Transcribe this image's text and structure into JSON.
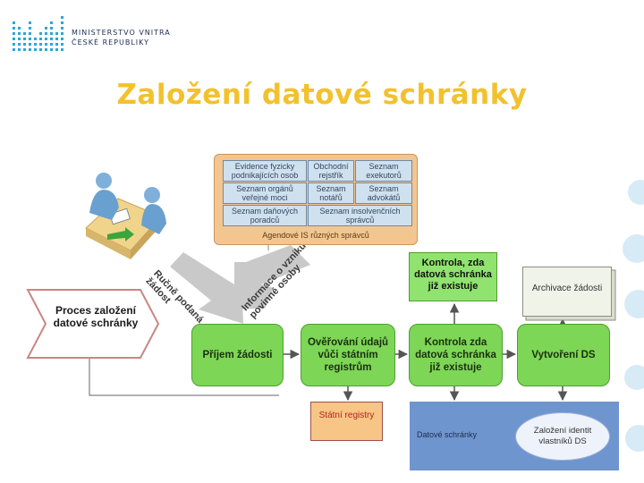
{
  "logo": {
    "line1": "MINISTERSTVO VNITRA",
    "line2": "ČESKÉ REPUBLIKY"
  },
  "title": "Založení datové schránky",
  "agenda": {
    "cells": {
      "c1": "Evidence fyzicky podnikajících osob",
      "c2": "Obchodní rejstřík",
      "c3": "Seznam exekutorů",
      "c4": "Seznam orgánů veřejné moci",
      "c5": "Seznam notářů",
      "c6": "Seznam advokátů",
      "c7": "Seznam daňových poradců",
      "c8": "Seznam insolvenčních správců"
    },
    "label": "Agendové IS různých správců"
  },
  "arrows": {
    "manual": "Ručně podaná žádost",
    "info": "Informace o vzniku povinné osoby"
  },
  "process": "Proces založení datové schránky",
  "steps": {
    "s1": "Příjem žádosti",
    "s2": "Ověřování údajů vůči státním registrům",
    "s3": "Kontrola zda datová schránka již existuje",
    "s4": "Vytvoření DS"
  },
  "note": "Kontrola, zda datová schránka již existuje",
  "archive": "Archivace žádosti",
  "registry": "Státní registry",
  "ds": {
    "label": "Datové schránky",
    "ellipse": "Založení identit vlastníků DS"
  },
  "colors": {
    "title": "#f2c12e",
    "step_green": "#7dd655",
    "ds_blue": "#6f95cf",
    "agenda_orange": "#f3c68f"
  }
}
